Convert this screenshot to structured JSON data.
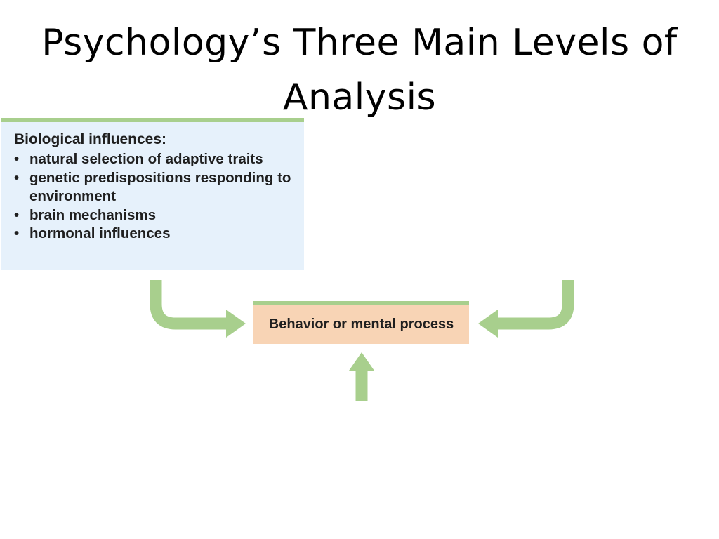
{
  "slide": {
    "title": "Psychology’s Three Main Levels of Analysis"
  },
  "biological": {
    "heading": "Biological influences:",
    "items": [
      "natural selection of adaptive traits",
      "genetic predispositions responding to environment",
      "brain mechanisms",
      "hormonal influences"
    ]
  },
  "center": {
    "label": "Behavior or mental process"
  },
  "colors": {
    "arrow": "#a8cf8d",
    "bio_box_fill": "#e6f1fb",
    "behavior_box_fill": "#f8d4b5"
  }
}
